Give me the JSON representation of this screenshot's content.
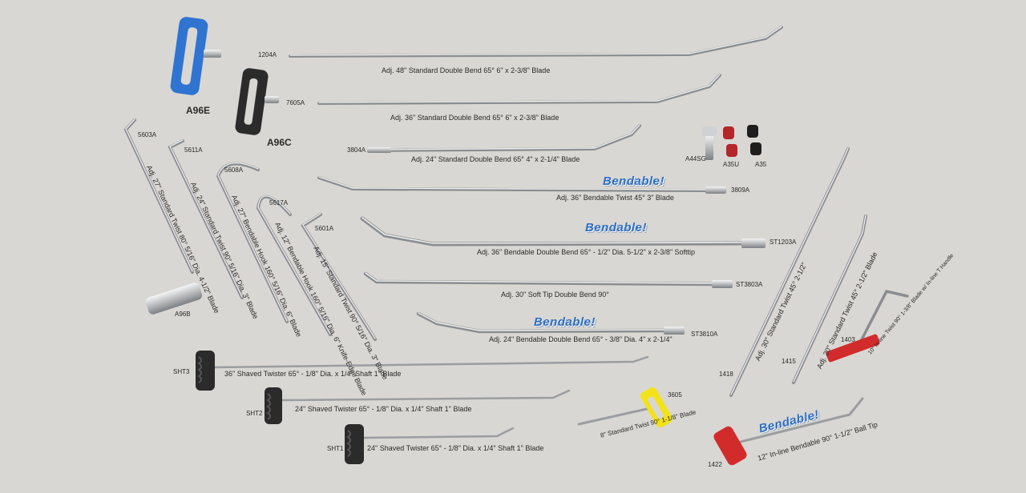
{
  "colors": {
    "background": "#d9d7d3",
    "rod": "#b9bbbd",
    "rod_highlight": "#eeeff0",
    "handle_blue": "#2f74d1",
    "handle_black": "#2b2b2b",
    "handle_yellow": "#f2e21a",
    "handle_red": "#d12b2b",
    "bendable_text": "#2f6fc0"
  },
  "tools": [
    {
      "code": "1204A",
      "desc": "Adj. 48\" Standard Double Bend 65° 6\" x 2-3/8\" Blade"
    },
    {
      "code": "7605A",
      "desc": "Adj. 36\" Standard Double Bend 65° 6\" x 2-3/8\" Blade"
    },
    {
      "code": "3804A",
      "desc": "Adj. 24\" Standard Double Bend 65° 4\" x 2-1/4\" Blade"
    },
    {
      "code": "3809A",
      "desc": "Adj. 36\" Bendable Twist 45° 3\" Blade"
    },
    {
      "code": "ST1203A",
      "desc": "Adj. 36\" Bendable Double Bend 65° - 1/2\" Dia. 5-1/2\" x 2-3/8\" Softtip"
    },
    {
      "code": "ST3803A",
      "desc": "Adj. 30\" Soft Tip Double Bend 90°"
    },
    {
      "code": "ST3810A",
      "desc": "Adj. 24\" Bendable Double Bend 65° - 3/8\" Dia. 4\" x 2-1/4\""
    },
    {
      "code": "SHT3",
      "desc": "36\" Shaved Twister 65° - 1/8\" Dia. x 1/4\" Shaft 1\" Blade"
    },
    {
      "code": "SHT2",
      "desc": "24\" Shaved Twister 65° - 1/8\" Dia. x 1/4\" Shaft 1\" Blade"
    },
    {
      "code": "SHT1",
      "desc": "24\" Shaved Twister 65° - 1/8\" Dia. x 1/4\" Shaft 1\" Blade"
    },
    {
      "code": "5603A",
      "desc": "Adj. 27\" Standard Twist 80° 5/16\" Dia. 4-1/2\" Blade"
    },
    {
      "code": "5611A",
      "desc": "Adj. 24\" Standard Twist 90° 5/16\" Dia. 3\" Blade"
    },
    {
      "code": "5608A",
      "desc": "Adj. 27\" Bendable Hook 160° 5/16\" Dia. 6\" Blade"
    },
    {
      "code": "5617A",
      "desc": "Adj. 12\" Bendable Hook 160° 5/16\" Dia. 6\" Knife-Edge Blade"
    },
    {
      "code": "5601A",
      "desc": "Adj. 15\" Standard Twist 90° 5/16\" Dia. 3\" Blade"
    },
    {
      "code": "1418",
      "desc": "Adj. 30\" Standard Twist 45° 2-1/2\""
    },
    {
      "code": "1415",
      "desc": "Adj. 20\" Standard Twist 45° 2-1/2\" Blade"
    },
    {
      "code": "1403",
      "desc": "10\" In-line Twist 90° 1-3/8\" Blade w/ In-line T Handle"
    },
    {
      "code": "1422",
      "desc": "12\" In-line Bendable 90° 1-1/2\" Ball Tip"
    },
    {
      "code": "3605",
      "desc": "8\" Standard Twist 90° 1-1/8\" Blade"
    }
  ],
  "handles": [
    "A96E",
    "A96C",
    "A96B"
  ],
  "accessories": [
    "A44SG",
    "A35U",
    "A35"
  ],
  "bendable_label": "Bendable!"
}
